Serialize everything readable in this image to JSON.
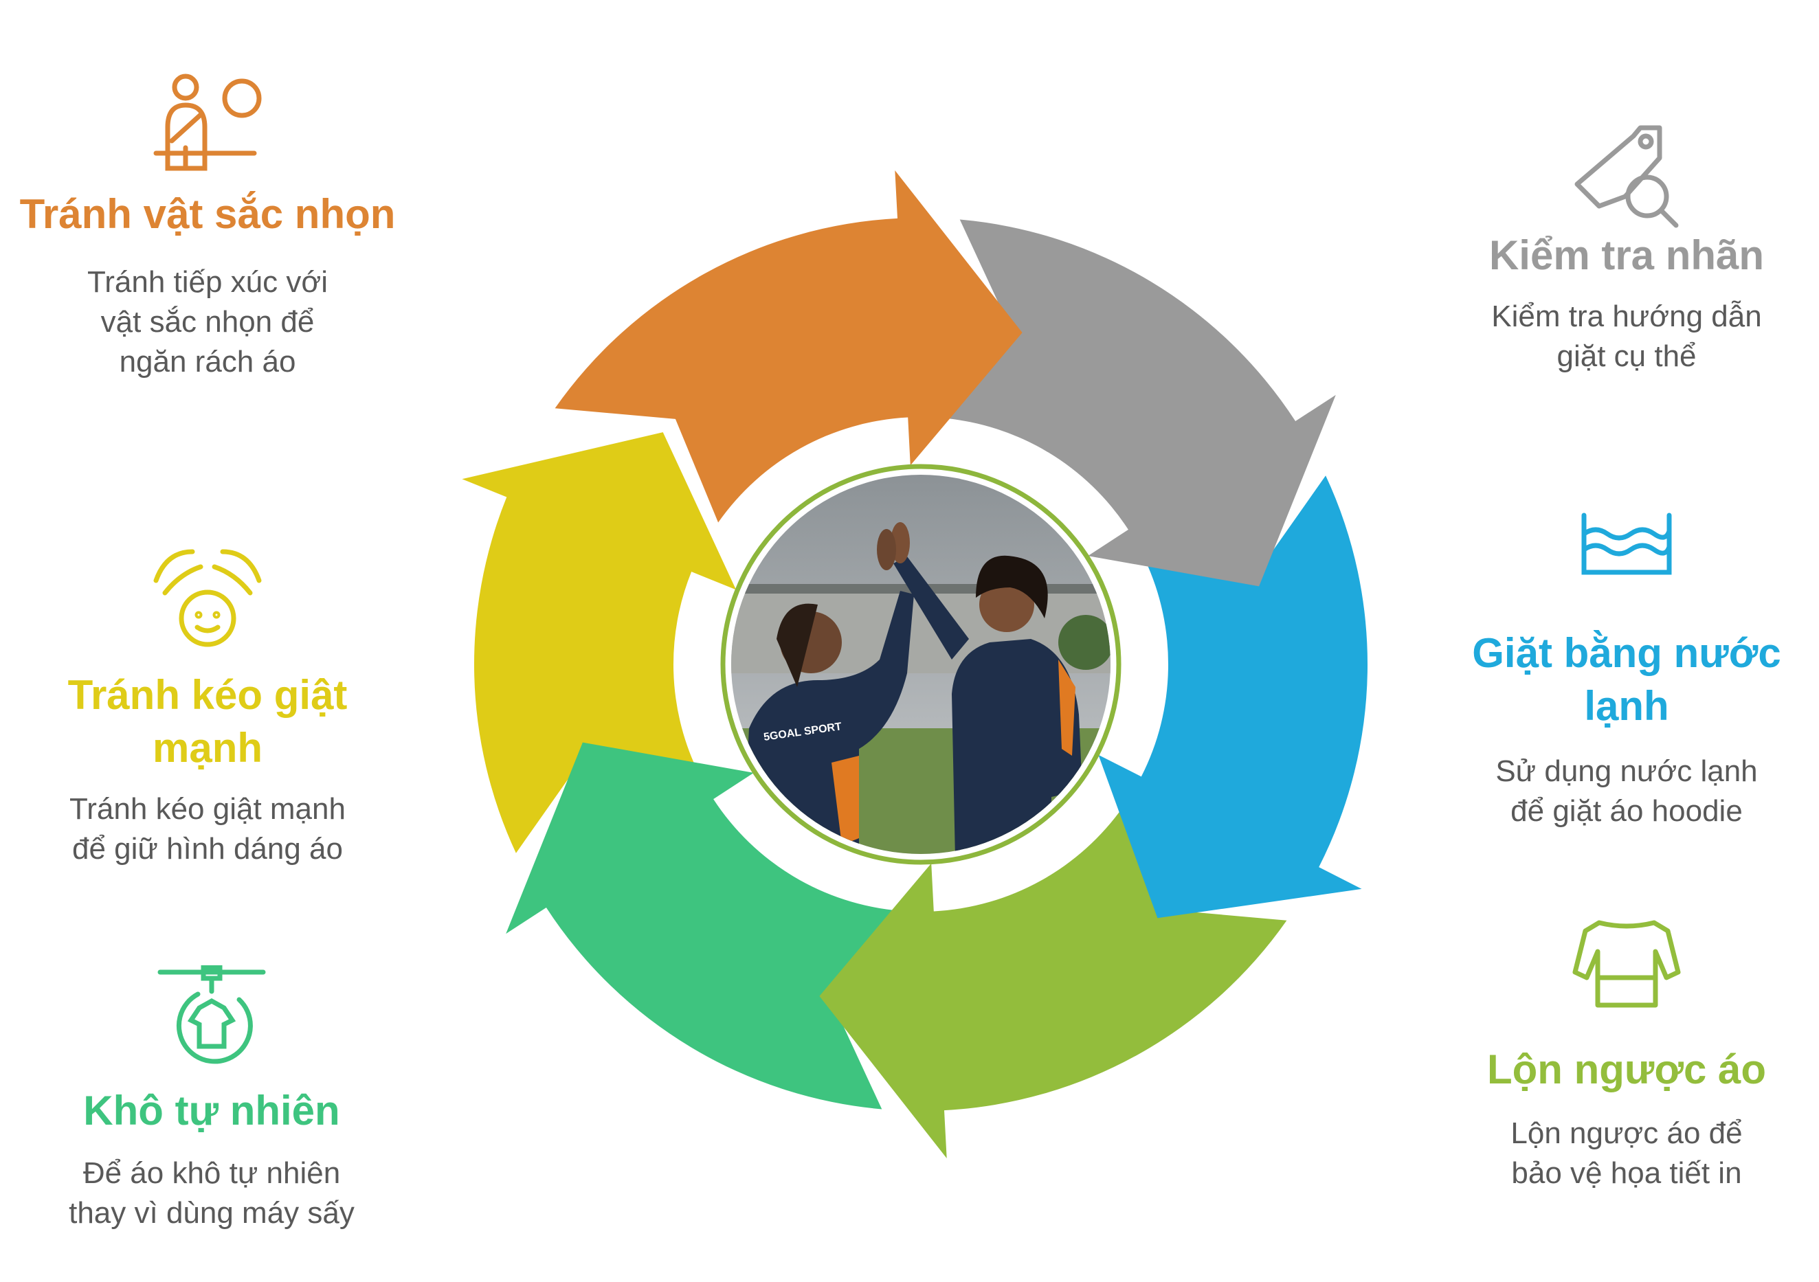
{
  "colors": {
    "orange": "#DD8433",
    "gray": "#9A9A9A",
    "blue": "#1FA9DC",
    "lime": "#93BD3C",
    "green": "#3EC47F",
    "yellow": "#DFCC17",
    "photo_ring": "#8DB63C"
  },
  "steps": [
    {
      "id": "avoid-sharp",
      "icon": "person-with-balloon-icon",
      "title": "Tránh vật sắc nhọn",
      "desc_lines": [
        "Tránh tiếp xúc với",
        "vật sắc nhọn để",
        "ngăn rách áo"
      ]
    },
    {
      "id": "check-label",
      "icon": "tag-search-icon",
      "title": "Kiểm tra nhãn",
      "desc_lines": [
        "Kiểm tra hướng dẫn",
        "giặt cụ thể"
      ]
    },
    {
      "id": "cold-wash",
      "icon": "water-basin-icon",
      "title": "Giặt bằng nước lạnh",
      "desc_lines": [
        "Sử dụng nước lạnh",
        "để giặt áo hoodie"
      ]
    },
    {
      "id": "inside-out",
      "icon": "sweater-icon",
      "title": "Lộn ngược áo",
      "desc_lines": [
        "Lộn ngược áo để",
        "bảo vệ họa tiết in"
      ]
    },
    {
      "id": "air-dry",
      "icon": "clothesline-shirt-icon",
      "title": "Khô tự nhiên",
      "desc_lines": [
        "Để áo khô tự nhiên",
        "thay vì dùng máy sấy"
      ]
    },
    {
      "id": "no-pull",
      "icon": "hands-protecting-face-icon",
      "title": "Tránh kéo giật mạnh",
      "desc_lines": [
        "Tránh kéo giật mạnh",
        "để giữ hình dáng áo"
      ]
    }
  ],
  "photo": {
    "logo_text": "5GOAL SPORT"
  }
}
